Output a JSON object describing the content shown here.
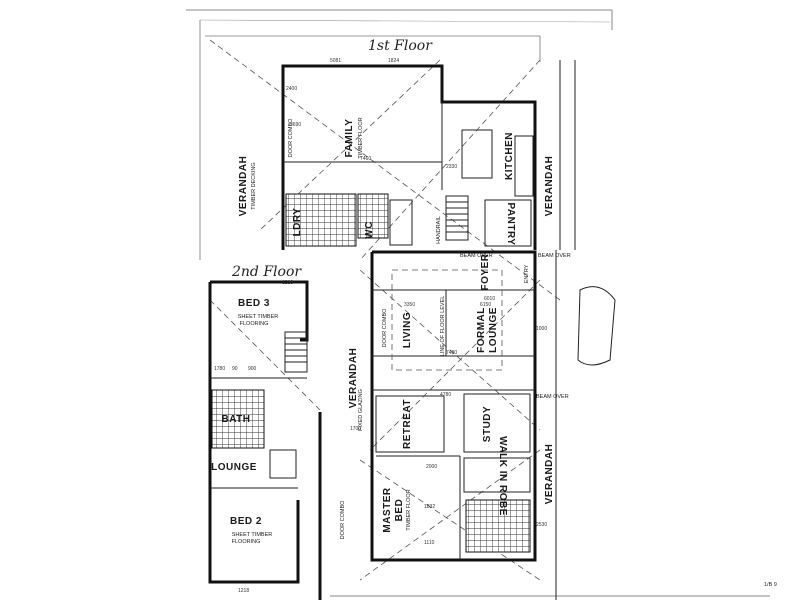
{
  "floors": {
    "first": "1st Floor",
    "second": "2nd Floor"
  },
  "rooms": {
    "family": "FAMILY",
    "family_sub": "TIMBER FLOOR",
    "kitchen": "KITCHEN",
    "pantry": "PANTRY",
    "ldry": "LDRY",
    "wc": "WC",
    "foyer": "FOYER",
    "living": "LIVING",
    "formal_lounge_1": "FORMAL",
    "formal_lounge_2": "LOUNGE",
    "retreat": "RETREAT",
    "study": "STUDY",
    "walk_in_robe": "WALK IN ROBE",
    "master_bed_1": "MASTER",
    "master_bed_2": "BED",
    "master_sub": "TIMBER FLOOR",
    "bed3": "BED 3",
    "bed3_sub_1": "SHEET TIMBER",
    "bed3_sub_2": "FLOORING",
    "bath": "BATH",
    "lounge": "LOUNGE",
    "bed2": "BED 2",
    "bed2_sub_1": "SHEET TIMBER",
    "bed2_sub_2": "FLOORING"
  },
  "verandahs": {
    "left_top": "VERANDAH",
    "left_top_sub": "TIMBER DECKING",
    "right_top": "VERANDAH",
    "left_mid": "VERANDAH",
    "right_bottom": "VERANDAH"
  },
  "notes": {
    "beam_over_1": "BEAM OVER",
    "beam_over_2": "BEAM OVER",
    "beam_over_3": "BEAM OVER",
    "handrail": "HANDRAIL",
    "line_of_floor": "LINE OF FLOOR LEVEL",
    "door_combo_1": "DOOR COMBO",
    "door_combo_2": "DOOR COMBO",
    "door_combo_3": "DOOR COMBO",
    "fixed_glazing": "FIXED GLAZING",
    "entry": "ENTRY",
    "page_ref": "1/B 9"
  },
  "dimensions": {
    "top_1": "5081",
    "top_2": "1824",
    "d3690": "3690",
    "d2400": "2400",
    "d2330": "2330",
    "d3350": "3350",
    "d6150": "6150",
    "d7460": "7460",
    "d7480": "7480",
    "d4780": "4780",
    "d1780": "1780",
    "d90": "90",
    "d900": "900",
    "d1218a": "1218",
    "d1218b": "1218",
    "d1110": "1110",
    "d1832": "1832",
    "d2000": "2000",
    "d1000": "1000",
    "d1700": "1700",
    "d2530": "2530",
    "d6010": "6010"
  }
}
